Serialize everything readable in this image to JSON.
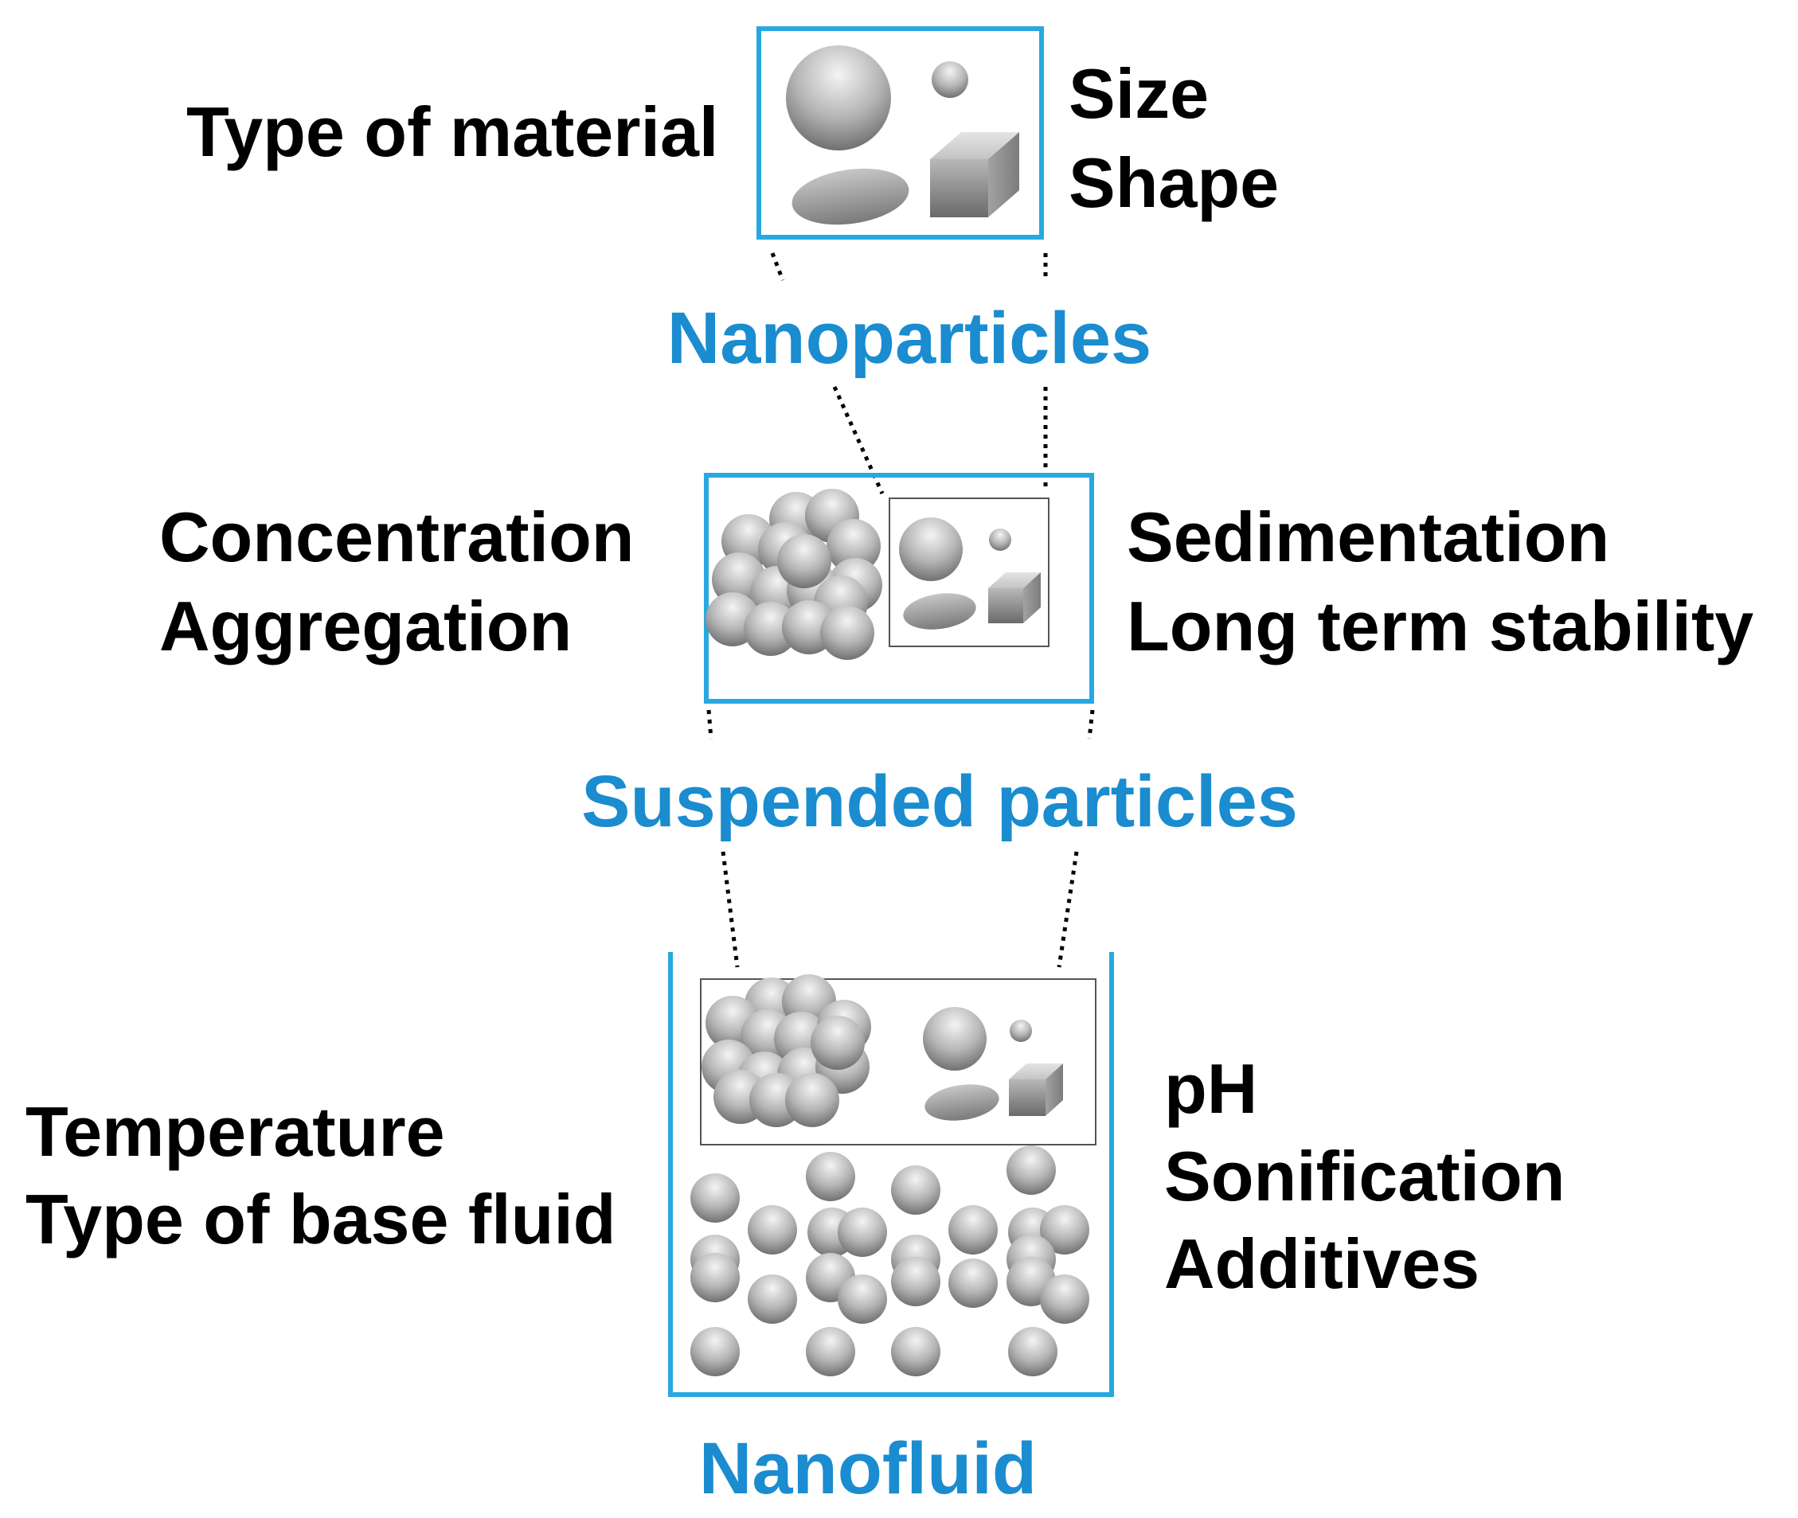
{
  "colors": {
    "accent_blue": "#28a8e0",
    "title_blue": "#1a8ccf",
    "text": "#000000",
    "particle_light": "#f2f2f2",
    "particle_dark": "#6e6e6e"
  },
  "nanoparticles": {
    "title": "Nanoparticles",
    "left_labels": [
      "Type of material"
    ],
    "right_labels": [
      "Size",
      "Shape"
    ]
  },
  "suspended": {
    "title": "Suspended particles",
    "left_labels": [
      "Concentration",
      "Aggregation"
    ],
    "right_labels": [
      "Sedimentation",
      "Long term stability"
    ]
  },
  "nanofluid": {
    "title": "Nanofluid",
    "left_labels": [
      "Temperature",
      "Type of base fluid"
    ],
    "right_labels": [
      "pH",
      "Sonification",
      "Additives"
    ]
  }
}
